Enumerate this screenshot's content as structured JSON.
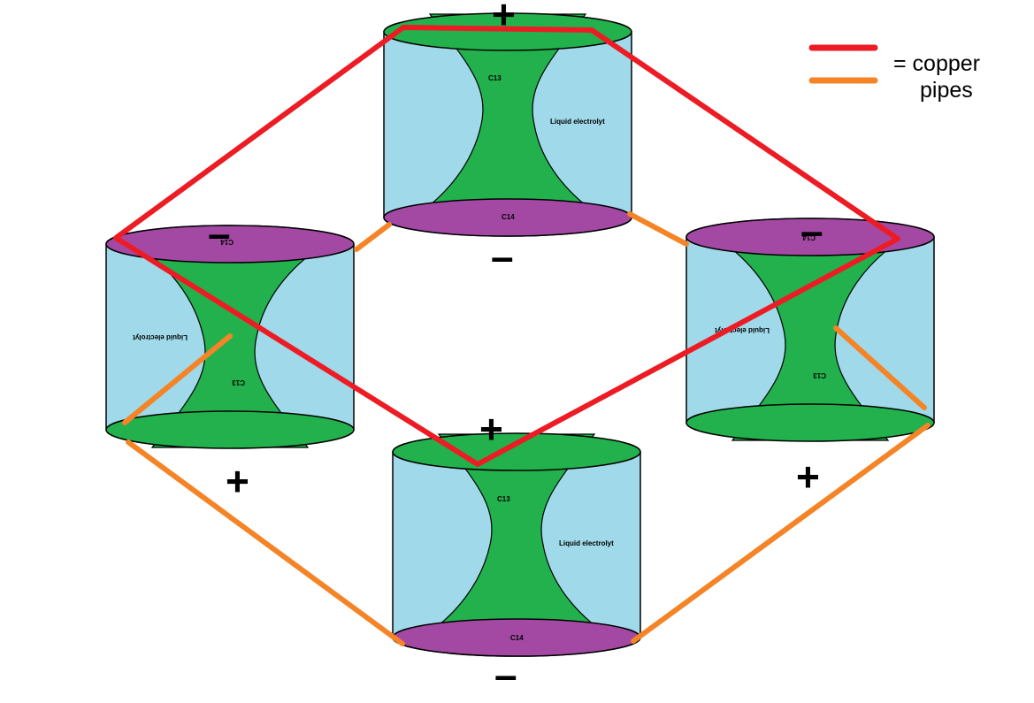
{
  "colors": {
    "electrolyte": "#a0d9e9",
    "cone": "#22b14c",
    "base": "#a349a4",
    "red_pipe": "#ed1c24",
    "orange_pipe": "#f58427"
  },
  "labels": {
    "top_cone": "C13",
    "bottom_cone": "C14",
    "electrolyte": "Liquid electrolyt"
  },
  "signs": {
    "plus": "+",
    "minus": "–"
  },
  "legend": {
    "line1": "= copper",
    "line2": "pipes"
  }
}
